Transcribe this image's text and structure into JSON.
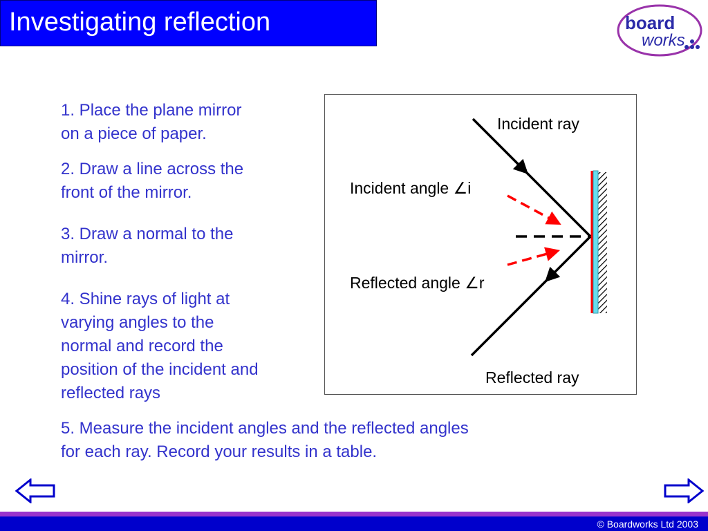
{
  "header": {
    "title": "Investigating reflection"
  },
  "logo": {
    "line1": "board",
    "line2": "works"
  },
  "steps": [
    {
      "line1": "1. Place the plane mirror",
      "line2": "on a piece of paper."
    },
    {
      "line1": "2. Draw a line across the",
      "line2": "front of the mirror."
    },
    {
      "line1": "3. Draw a normal to the",
      "line2": "mirror."
    },
    {
      "line1": "4. Shine rays of light at",
      "line2": "varying angles to the",
      "line3": "normal and record the",
      "line4": "position of the incident and",
      "line5": "reflected rays"
    },
    {
      "line1": "5. Measure the incident angles and the reflected angles",
      "line2": "for each ray. Record your results in a table."
    }
  ],
  "diagram": {
    "incident_ray": "Incident ray",
    "incident_angle_text": "Incident angle ",
    "incident_angle_symbol": "i",
    "reflected_angle_text": "Reflected angle ",
    "reflected_angle_symbol": "r",
    "reflected_ray": "Reflected ray",
    "angle_glyph": "∠"
  },
  "navigation": {
    "prev_icon": "left-arrow-icon",
    "next_icon": "right-arrow-icon"
  },
  "footer": {
    "copyright": "© Boardworks Ltd 2003"
  },
  "colors": {
    "title_bg": "#0000ff",
    "text_blue": "#3333cc",
    "angle_red": "#ff0000",
    "mirror_cyan": "#66ddee",
    "footer_purple": "#9933cc",
    "footer_blue": "#0000cc"
  }
}
